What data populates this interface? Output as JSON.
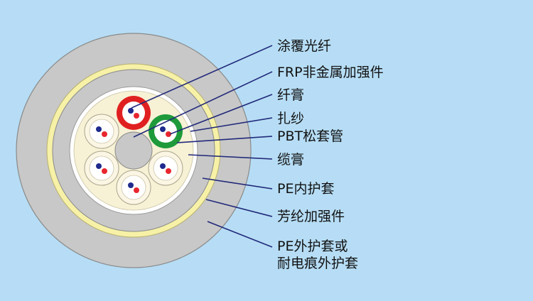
{
  "labels": [
    "涂覆光纤",
    "FRP非金属加强件",
    "纤膏",
    "扎纱",
    "PBT松套管",
    "缆膏",
    "PE内护套",
    "芳纶加强件",
    "PE外护套或",
    "耐电痕外护套"
  ],
  "colors": {
    "background": "#b6ddf5",
    "outer_sheath": "#c8c8c8",
    "aramid": "#f6f1a6",
    "inner_sheath": "#ffffff",
    "cable_gel": "#f7f1d5",
    "frp": "#c8c8c8",
    "tube_highlight_red": "#e02020",
    "tube_highlight_green": "#1e9a3a",
    "fiber_red": "#e8262e",
    "fiber_blue": "#1e2a8c",
    "leader": "#222a7a"
  }
}
